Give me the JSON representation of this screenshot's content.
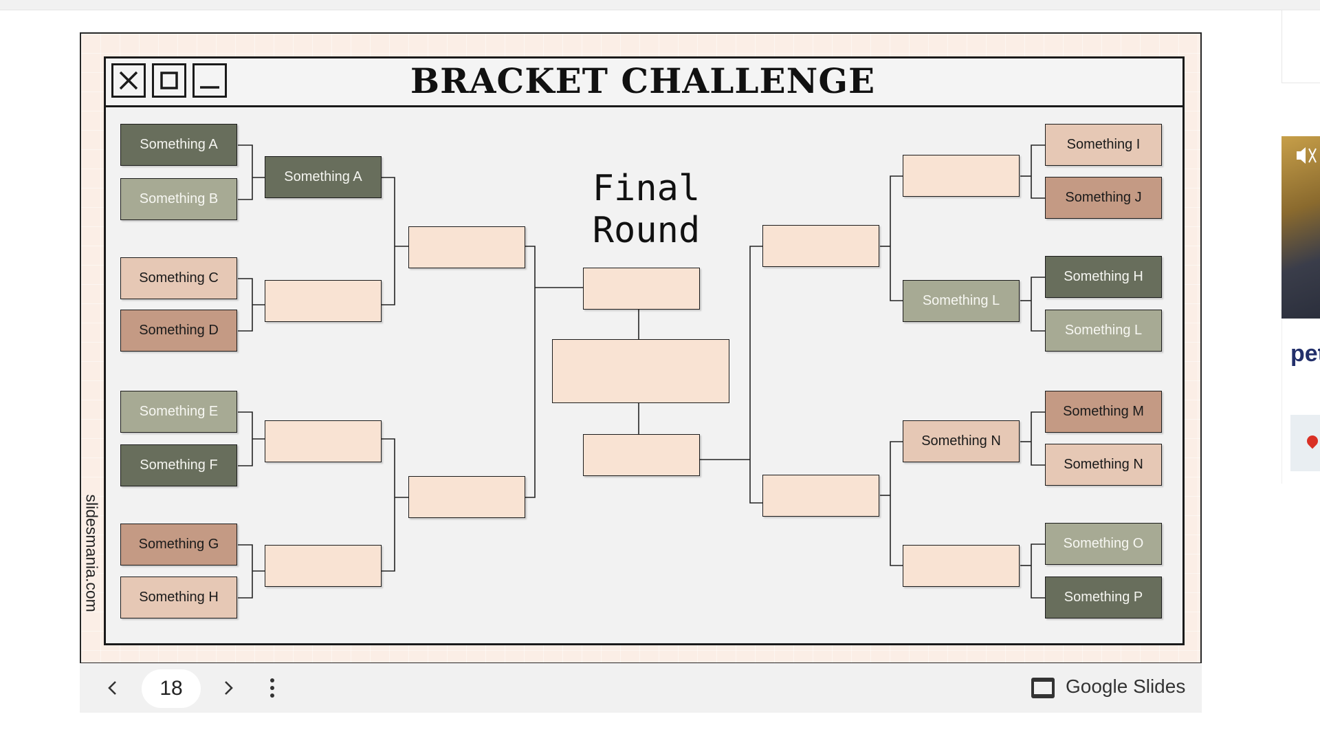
{
  "slide": {
    "title": "BRACKET CHALLENGE",
    "final_round": "Final\nRound",
    "watermark": "slidesmania.com",
    "left_round1": [
      {
        "label": "Something A",
        "color": "dark-green"
      },
      {
        "label": "Something B",
        "color": "light-green"
      },
      {
        "label": "Something C",
        "color": "pink"
      },
      {
        "label": "Something D",
        "color": "brown"
      },
      {
        "label": "Something E",
        "color": "light-green"
      },
      {
        "label": "Something F",
        "color": "dark-green"
      },
      {
        "label": "Something G",
        "color": "brown"
      },
      {
        "label": "Something H",
        "color": "pink"
      }
    ],
    "left_round2": [
      {
        "label": "Something A",
        "color": "dark-green"
      },
      {
        "label": "",
        "color": "empty"
      },
      {
        "label": "",
        "color": "empty"
      },
      {
        "label": "",
        "color": "empty"
      }
    ],
    "right_round1": [
      {
        "label": "Something  I",
        "color": "pink"
      },
      {
        "label": "Something  J",
        "color": "brown"
      },
      {
        "label": "Something H",
        "color": "dark-green"
      },
      {
        "label": "Something  L",
        "color": "light-green"
      },
      {
        "label": "Something M",
        "color": "brown"
      },
      {
        "label": "Something N",
        "color": "pink"
      },
      {
        "label": "Something O",
        "color": "light-green"
      },
      {
        "label": "Something P",
        "color": "dark-green"
      }
    ],
    "right_round2": [
      {
        "label": "",
        "color": "empty"
      },
      {
        "label": "Something  L",
        "color": "light-green"
      },
      {
        "label": "Something N",
        "color": "pink"
      },
      {
        "label": "",
        "color": "empty"
      }
    ]
  },
  "colors": {
    "dark_green": "#686e5c",
    "light_green": "#a7aa94",
    "pink": "#e6c8b5",
    "brown": "#c49a84",
    "empty_box": "#f9e3d3"
  },
  "window_controls": {
    "close_icon": "close-icon",
    "maximize_icon": "maximize-icon",
    "minimize_icon": "minimize-icon"
  },
  "controls": {
    "prev_icon": "chevron-left-icon",
    "page": "18",
    "next_icon": "chevron-right-icon",
    "more_icon": "more-vert-icon",
    "brand_label": "Google Slides"
  },
  "sidebar_ad": {
    "brand_text": "pet"
  }
}
